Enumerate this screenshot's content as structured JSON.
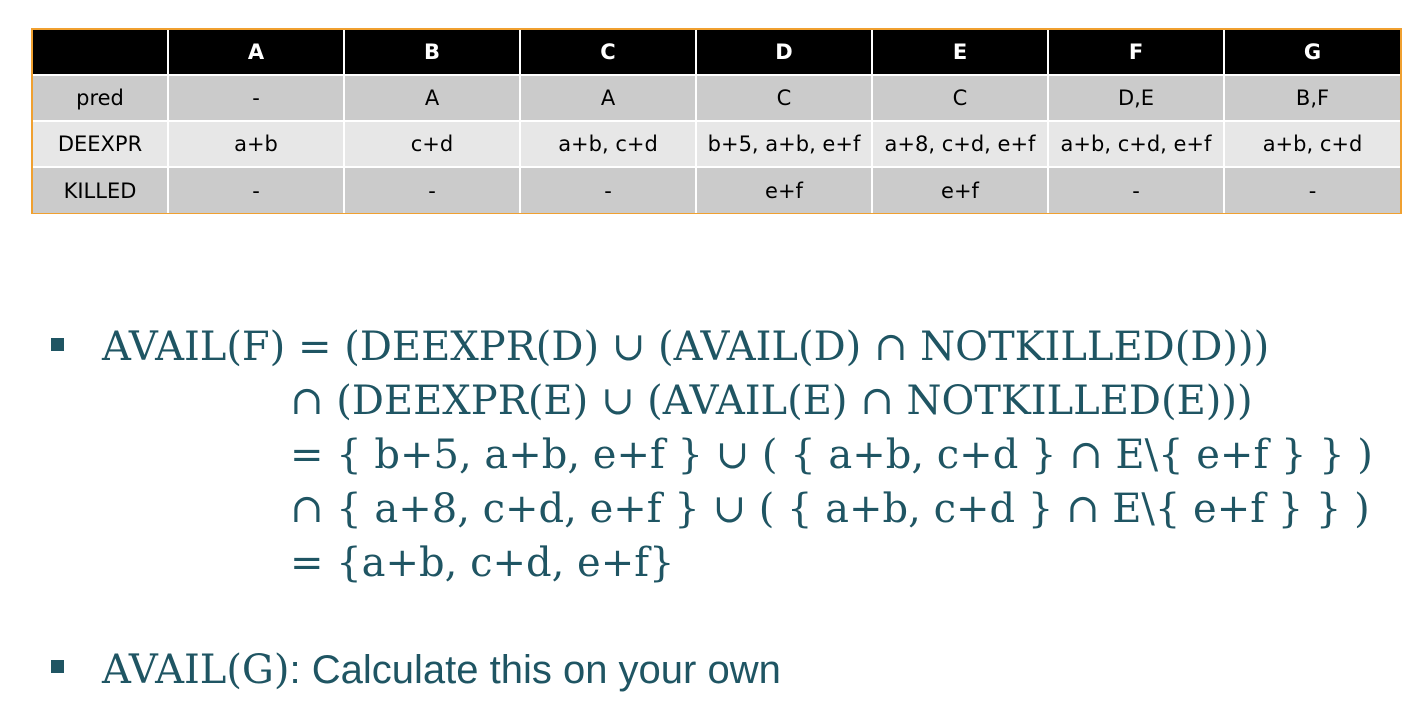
{
  "table": {
    "headers": [
      "",
      "A",
      "B",
      "C",
      "D",
      "E",
      "F",
      "G"
    ],
    "rows": [
      [
        "pred",
        "-",
        "A",
        "A",
        "C",
        "C",
        "D,E",
        "B,F"
      ],
      [
        "DEEXPR",
        "a+b",
        "c+d",
        "a+b, c+d",
        "b+5, a+b, e+f",
        "a+8, c+d, e+f",
        "a+b, c+d, e+f",
        "a+b, c+d"
      ],
      [
        "KILLED",
        "-",
        "-",
        "-",
        "e+f",
        "e+f",
        "-",
        "-"
      ]
    ]
  },
  "formula": {
    "lines": [
      "AVAIL(F) = (DEEXPR(D) ∪ (AVAIL(D) ∩ NOTKILLED(D)))",
      "∩ (DEEXPR(E) ∪ (AVAIL(E) ∩ NOTKILLED(E)))",
      "= { b+5, a+b, e+f } ∪ ( { a+b, c+d } ∩ E\\{ e+f } } )",
      "∩ { a+8, c+d, e+f } ∪ ( { a+b, c+d } ∩ E\\{ e+f } } )",
      "= {a+b, c+d, e+f}"
    ]
  },
  "second_bullet": {
    "math": "AVAIL(G)",
    "text": ": Calculate this on your own"
  },
  "colors": {
    "text": "#1f5563",
    "table_header_bg": "#000000",
    "table_row_dark": "#cbcbcb",
    "table_row_light": "#e7e7e7",
    "table_border": "#f0a030"
  }
}
